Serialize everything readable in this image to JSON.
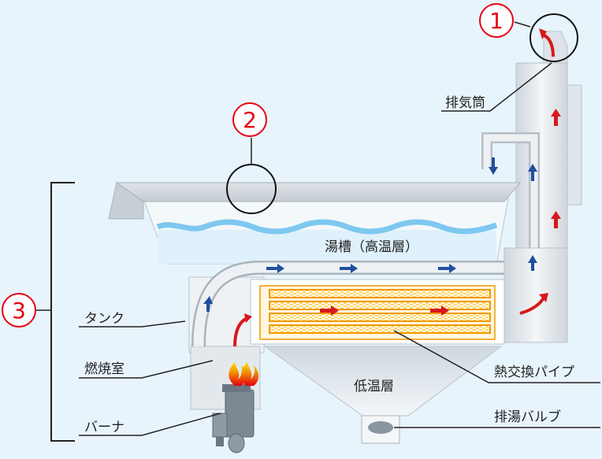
{
  "markers": [
    {
      "id": "marker-1",
      "text": "1"
    },
    {
      "id": "marker-2",
      "text": "2"
    },
    {
      "id": "marker-3",
      "text": "3"
    }
  ],
  "labels": {
    "chimney": "排気筒",
    "tank": "タンク",
    "combustion_chamber": "燃焼室",
    "burner": "バーナ",
    "tub_high_layer": "湯槽（高温層）",
    "heat_exchange_pipe": "熱交換パイプ",
    "low_temp_layer": "低温層",
    "drain_valve": "排湯バルブ"
  },
  "colors": {
    "background": "#e8f4fb",
    "marker_red": "#e60012",
    "arrow_red": "#d7191c",
    "arrow_blue": "#1f4f9e",
    "water": "#7ec8f0",
    "pipe_fill": "#ffd76a",
    "pipe_orange": "#f39800"
  }
}
